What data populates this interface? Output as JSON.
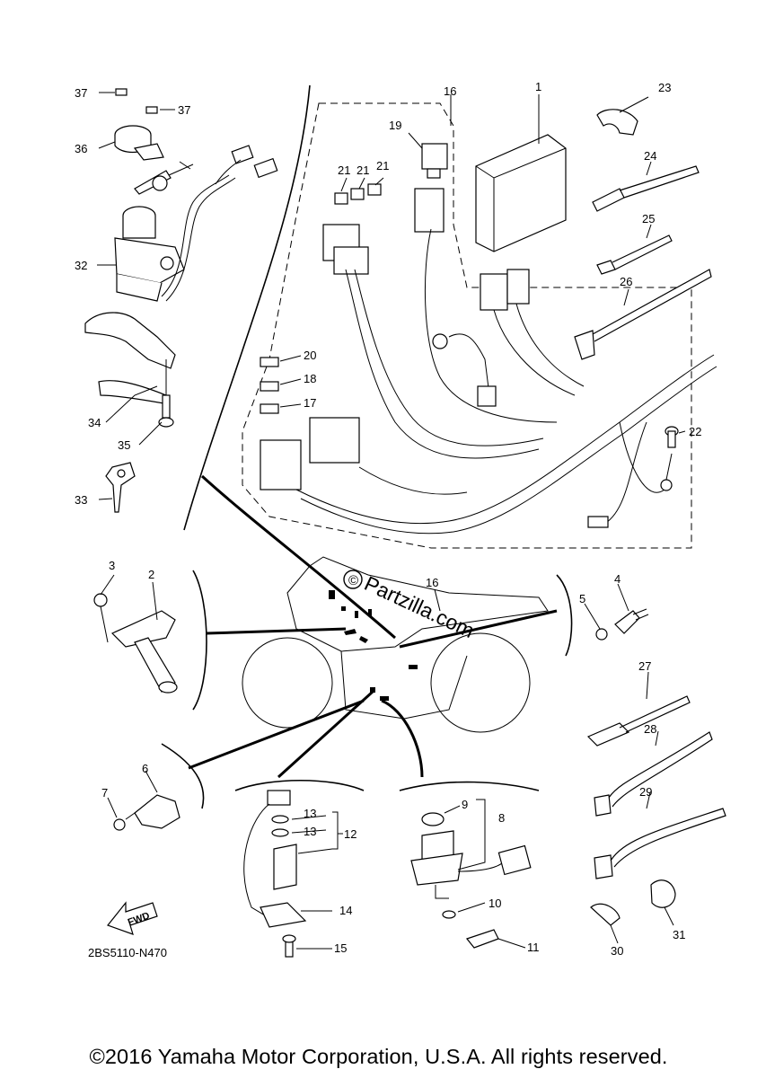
{
  "diagram_code": "2BS5110-N470",
  "fwd_label": "FWD",
  "watermark": "Partzilla.com",
  "watermark_symbol": "©",
  "copyright": "©2016 Yamaha Motor Corporation, U.S.A. All rights reserved.",
  "callouts": {
    "c1": "1",
    "c2": "2",
    "c3": "3",
    "c4": "4",
    "c5": "5",
    "c6": "6",
    "c7": "7",
    "c8": "8",
    "c9": "9",
    "c10": "10",
    "c11": "11",
    "c12": "12",
    "c13a": "13",
    "c13b": "13",
    "c14": "14",
    "c15": "15",
    "c16a": "16",
    "c16b": "16",
    "c17": "17",
    "c18": "18",
    "c19": "19",
    "c20": "20",
    "c21a": "21",
    "c21b": "21",
    "c21c": "21",
    "c22": "22",
    "c23": "23",
    "c24": "24",
    "c25": "25",
    "c26": "26",
    "c27": "27",
    "c28": "28",
    "c29": "29",
    "c30": "30",
    "c31": "31",
    "c32": "32",
    "c33": "33",
    "c34": "34",
    "c35": "35",
    "c36": "36",
    "c37a": "37",
    "c37b": "37"
  }
}
